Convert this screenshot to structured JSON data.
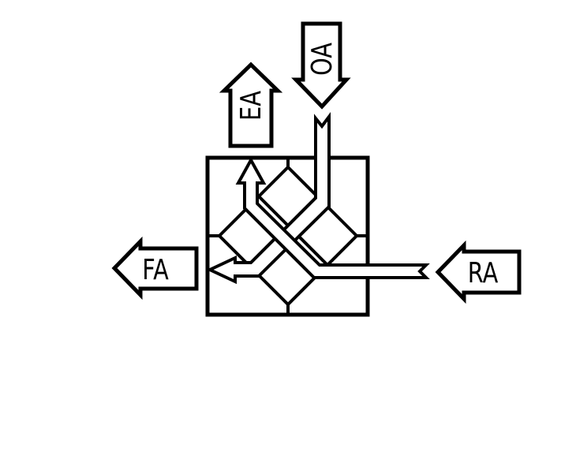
{
  "labels": {
    "outdoor_air": "OA",
    "exhaust_air": "EA",
    "fresh_air": "FA",
    "return_air": "RA"
  },
  "colors": {
    "stroke": "#000000",
    "background": "#ffffff"
  }
}
